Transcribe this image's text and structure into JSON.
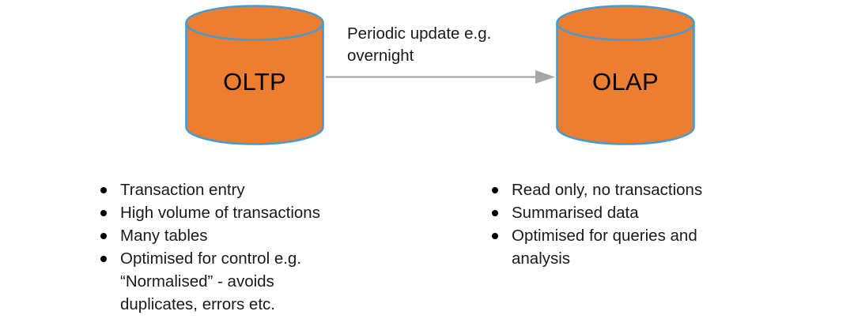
{
  "diagram": {
    "title": "OLTP to OLAP periodic update",
    "background_color": "#ffffff",
    "shape_fill_color": "#ED7D31",
    "shape_stroke_color": "#4A9BCC",
    "arrow_color": "#A6A6A6",
    "text_color": "#1a1a1a"
  },
  "nodes": [
    {
      "id": "oltp",
      "label": "OLTP",
      "shape": "cylinder"
    },
    {
      "id": "olap",
      "label": "OLAP",
      "shape": "cylinder"
    }
  ],
  "connector": {
    "label": "Periodic update e.g.\novernight",
    "from": "OLTP",
    "to": "OLAP",
    "style": "arrow-right"
  },
  "lists": {
    "oltp": {
      "items": [
        "Transaction entry",
        "High volume of transactions",
        "Many tables",
        "Optimised for control e.g.\n“Normalised” - avoids\nduplicates, errors etc."
      ]
    },
    "olap": {
      "items": [
        "Read only, no transactions",
        "Summarised data",
        "Optimised for queries and\nanalysis"
      ]
    }
  }
}
